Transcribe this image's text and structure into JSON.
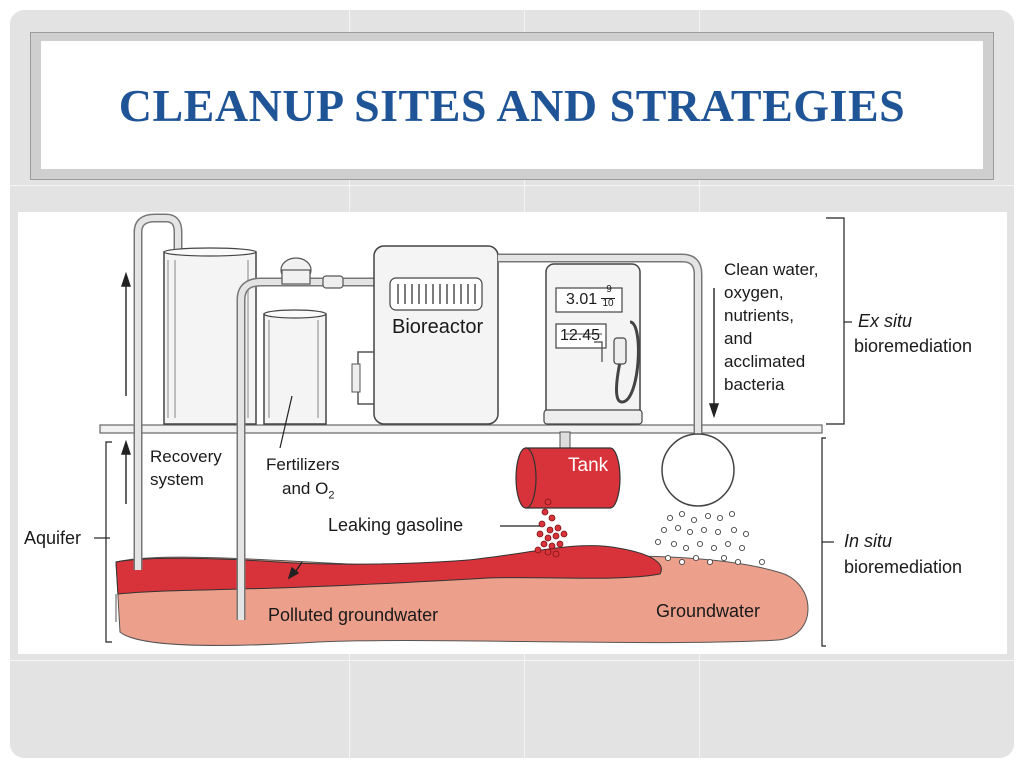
{
  "slide": {
    "title": "CLEANUP SITES AND STRATEGIES"
  },
  "diagram": {
    "labels": {
      "bioreactor": "Bioreactor",
      "price_display": "3.01",
      "price_fraction_num": "9",
      "price_fraction_den": "10",
      "amount_display": "12.45",
      "tank": "Tank",
      "clean_water_1": "Clean water,",
      "clean_water_2": "oxygen,",
      "clean_water_3": "nutrients,",
      "clean_water_4": "and",
      "clean_water_5": "acclimated",
      "clean_water_6": "bacteria",
      "ex_situ_1": "Ex situ",
      "ex_situ_2": "bioremediation",
      "in_situ_1": "In situ",
      "in_situ_2": "bioremediation",
      "recovery_1": "Recovery",
      "recovery_2": "system",
      "fertilizers_1": "Fertilizers",
      "fertilizers_2": "and O",
      "fertilizers_sub": "2",
      "leaking": "Leaking gasoline",
      "aquifer": "Aquifer",
      "polluted": "Polluted groundwater",
      "groundwater": "Groundwater"
    },
    "colors": {
      "polluted": "#d8333a",
      "groundwater": "#ec9f8a",
      "title": "#1f5496"
    }
  }
}
